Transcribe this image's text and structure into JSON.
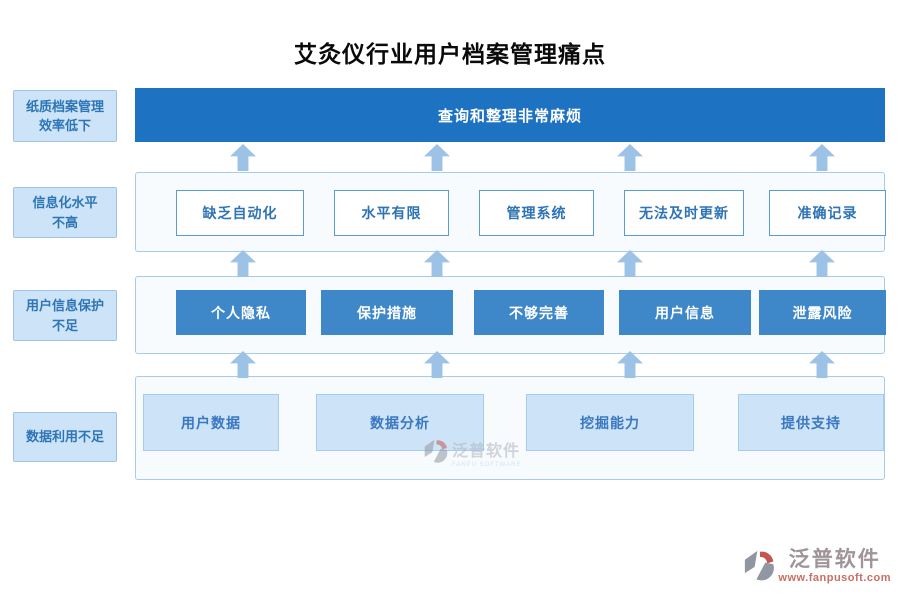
{
  "title": "艾灸仪行业用户档案管理痛点",
  "left_labels": [
    {
      "line1": "纸质档案管理",
      "line2": "效率低下"
    },
    {
      "line1": "信息化水平",
      "line2": "不高"
    },
    {
      "line1": "用户信息保护",
      "line2": "不足"
    },
    {
      "line1": "数据利用不足",
      "line2": ""
    }
  ],
  "banner": {
    "label": "查询和整理非常麻烦"
  },
  "row_auto": {
    "items": [
      "缺乏自动化",
      "水平有限",
      "管理系统",
      "无法及时更新",
      "准确记录"
    ]
  },
  "row_privacy": {
    "items": [
      "个人隐私",
      "保护措施",
      "不够完善",
      "用户信息",
      "泄露风险"
    ]
  },
  "row_data": {
    "items": [
      "用户数据",
      "数据分析",
      "挖掘能力",
      "提供支持"
    ]
  },
  "watermark": {
    "brand": "泛普软件",
    "sub": "FANPU SOFTWARE"
  },
  "footer_logo": {
    "brand": "泛普软件",
    "url": "www.fanpusoft.com"
  },
  "colors": {
    "banner_blue": "#1E72C2",
    "solid_box_blue": "#3E87C8",
    "light_box_fill": "#CDE4F8",
    "arrow_blue": "#9CC2E5",
    "outline_box_border": "#5B9BD5",
    "text_blue": "#2E75B6",
    "container_border": "#A9CBE8",
    "logo_gray": "#9097A3",
    "logo_red": "#C4564F",
    "url_red": "#C96F61"
  }
}
